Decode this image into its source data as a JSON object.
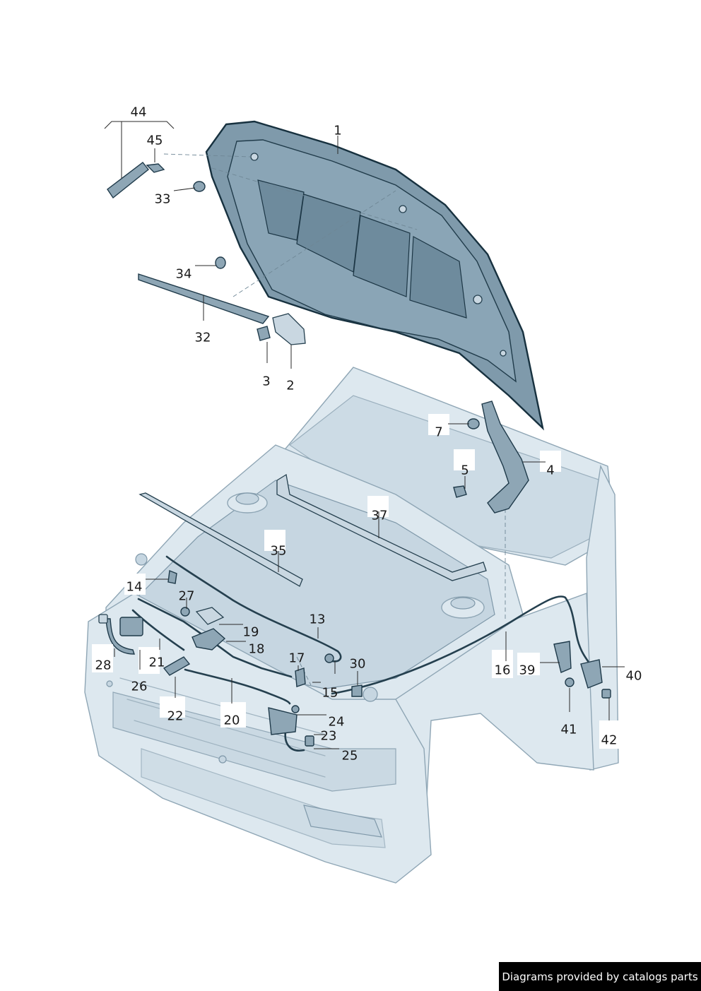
{
  "diagram": {
    "callouts": [
      "1",
      "2",
      "3",
      "4",
      "5",
      "7",
      "13",
      "14",
      "15",
      "16",
      "17",
      "18",
      "19",
      "20",
      "21",
      "22",
      "23",
      "24",
      "25",
      "26",
      "27",
      "28",
      "30",
      "32",
      "33",
      "34",
      "35",
      "37",
      "39",
      "40",
      "41",
      "42",
      "44",
      "45"
    ]
  },
  "footer": {
    "credit": "Diagrams provided by catalogs parts"
  }
}
